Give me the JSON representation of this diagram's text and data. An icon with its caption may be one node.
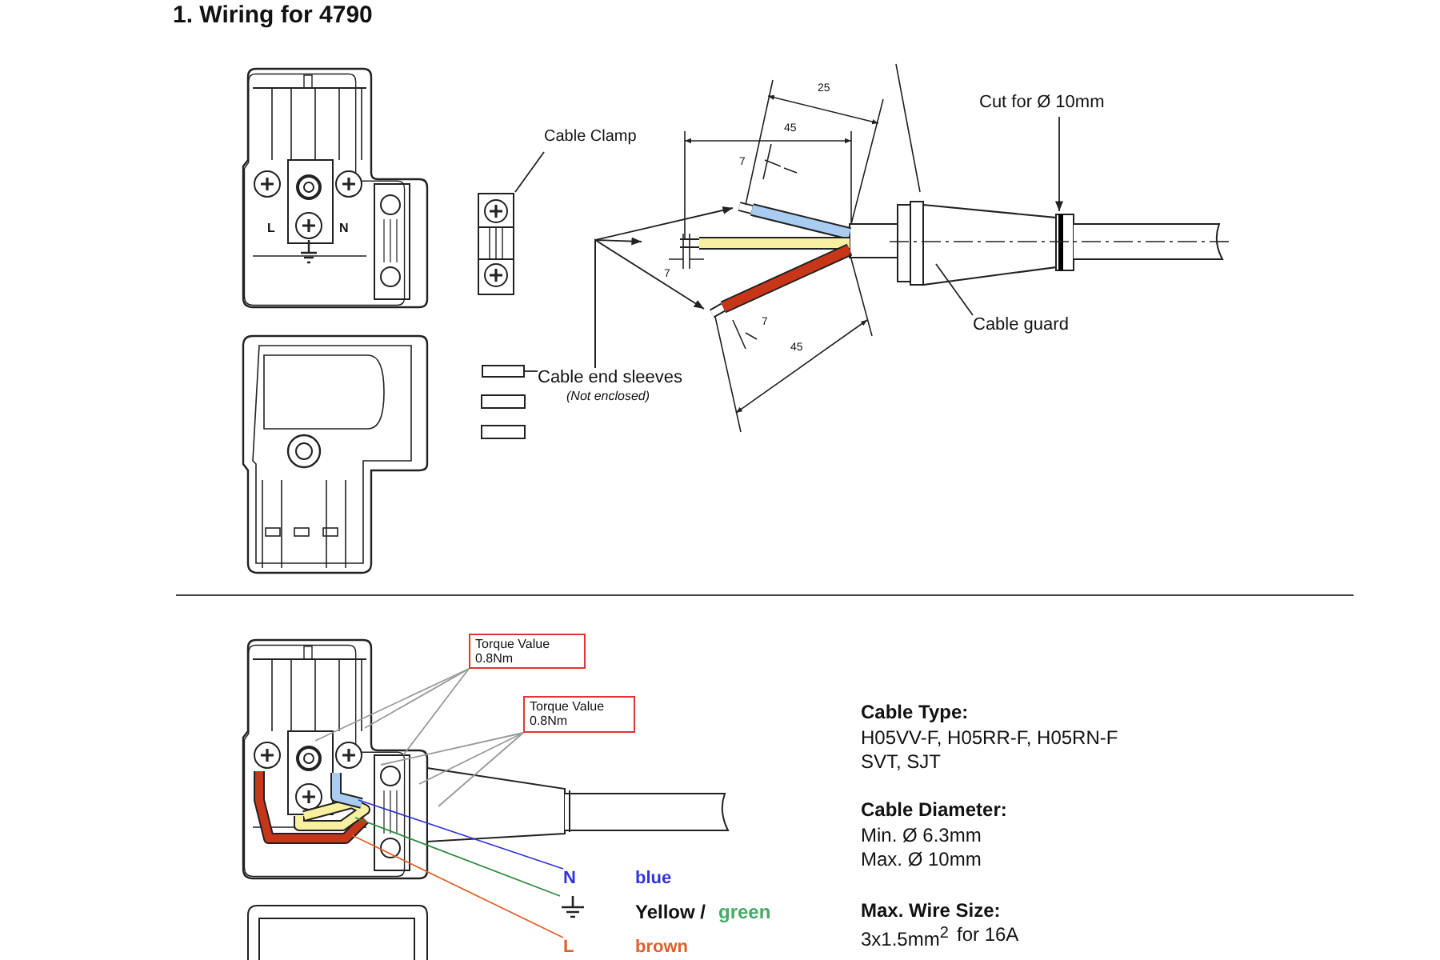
{
  "diagram": {
    "title": "1. Wiring for 4790",
    "nodes": [
      {
        "text": [
          "Cable Clamp"
        ]
      },
      {
        "text": [],
        "shape": "picture"
      },
      {
        "text": [
          "Cable end sleeves",
          "(Not enclosed)"
        ]
      },
      {
        "text": [],
        "shape": "box"
      },
      {
        "text": [
          "Cut for Ø 10mm"
        ]
      },
      {
        "text": [
          "Cable guard"
        ]
      },
      {
        "text": [
          "Torque Value",
          "0.8Nm"
        ]
      },
      {
        "text": [
          "Torque Value",
          "0.8Nm"
        ]
      },
      {
        "text": [
          "N"
        ]
      },
      {
        "text": [],
        "shape": "picture"
      },
      {
        "text": [
          "L"
        ]
      }
    ],
    "edges": [
      {
        "from": 0,
        "to": 1,
        "arrow": "none"
      },
      {
        "from": 2,
        "to": 3,
        "arrow": "none"
      },
      {
        "from": 2,
        "to": null,
        "arrow": "to"
      },
      {
        "from": 2,
        "to": null,
        "arrow": "to"
      },
      {
        "from": 2,
        "to": null,
        "arrow": "to"
      },
      {
        "from": 4,
        "to": null,
        "arrow": "to"
      },
      {
        "from": 5,
        "to": null,
        "arrow": "none"
      },
      {
        "from": 6,
        "to": null,
        "arrow": "none",
        "color": "#999999"
      },
      {
        "from": 6,
        "to": null,
        "arrow": "none",
        "color": "#999999"
      },
      {
        "from": 6,
        "to": null,
        "arrow": "none",
        "color": "#999999"
      },
      {
        "from": 7,
        "to": null,
        "arrow": "none",
        "color": "#999999"
      },
      {
        "from": 7,
        "to": null,
        "arrow": "none",
        "color": "#999999"
      },
      {
        "from": 7,
        "to": null,
        "arrow": "none",
        "color": "#999999"
      },
      {
        "from": 8,
        "to": null,
        "arrow": "none",
        "color": "#3333dd"
      },
      {
        "from": 9,
        "to": null,
        "arrow": "none",
        "color": "#2e8b3e"
      },
      {
        "from": 10,
        "to": null,
        "arrow": "none",
        "color": "#e0602a"
      }
    ],
    "labels": [
      "L",
      "N",
      "25",
      "45",
      "7",
      "7",
      "7",
      "45",
      "blue",
      "Yellow /",
      "green",
      "brown",
      "Cable Type:",
      "H05VV-F, H05RR-F, H05RN-F",
      "SVT, SJT",
      "Cable Diameter:",
      "Min. Ø 6.3mm",
      "Max. Ø 10mm",
      "Max. Wire Size:",
      "3x1.5mm$^{2}$",
      "for 16A"
    ]
  }
}
